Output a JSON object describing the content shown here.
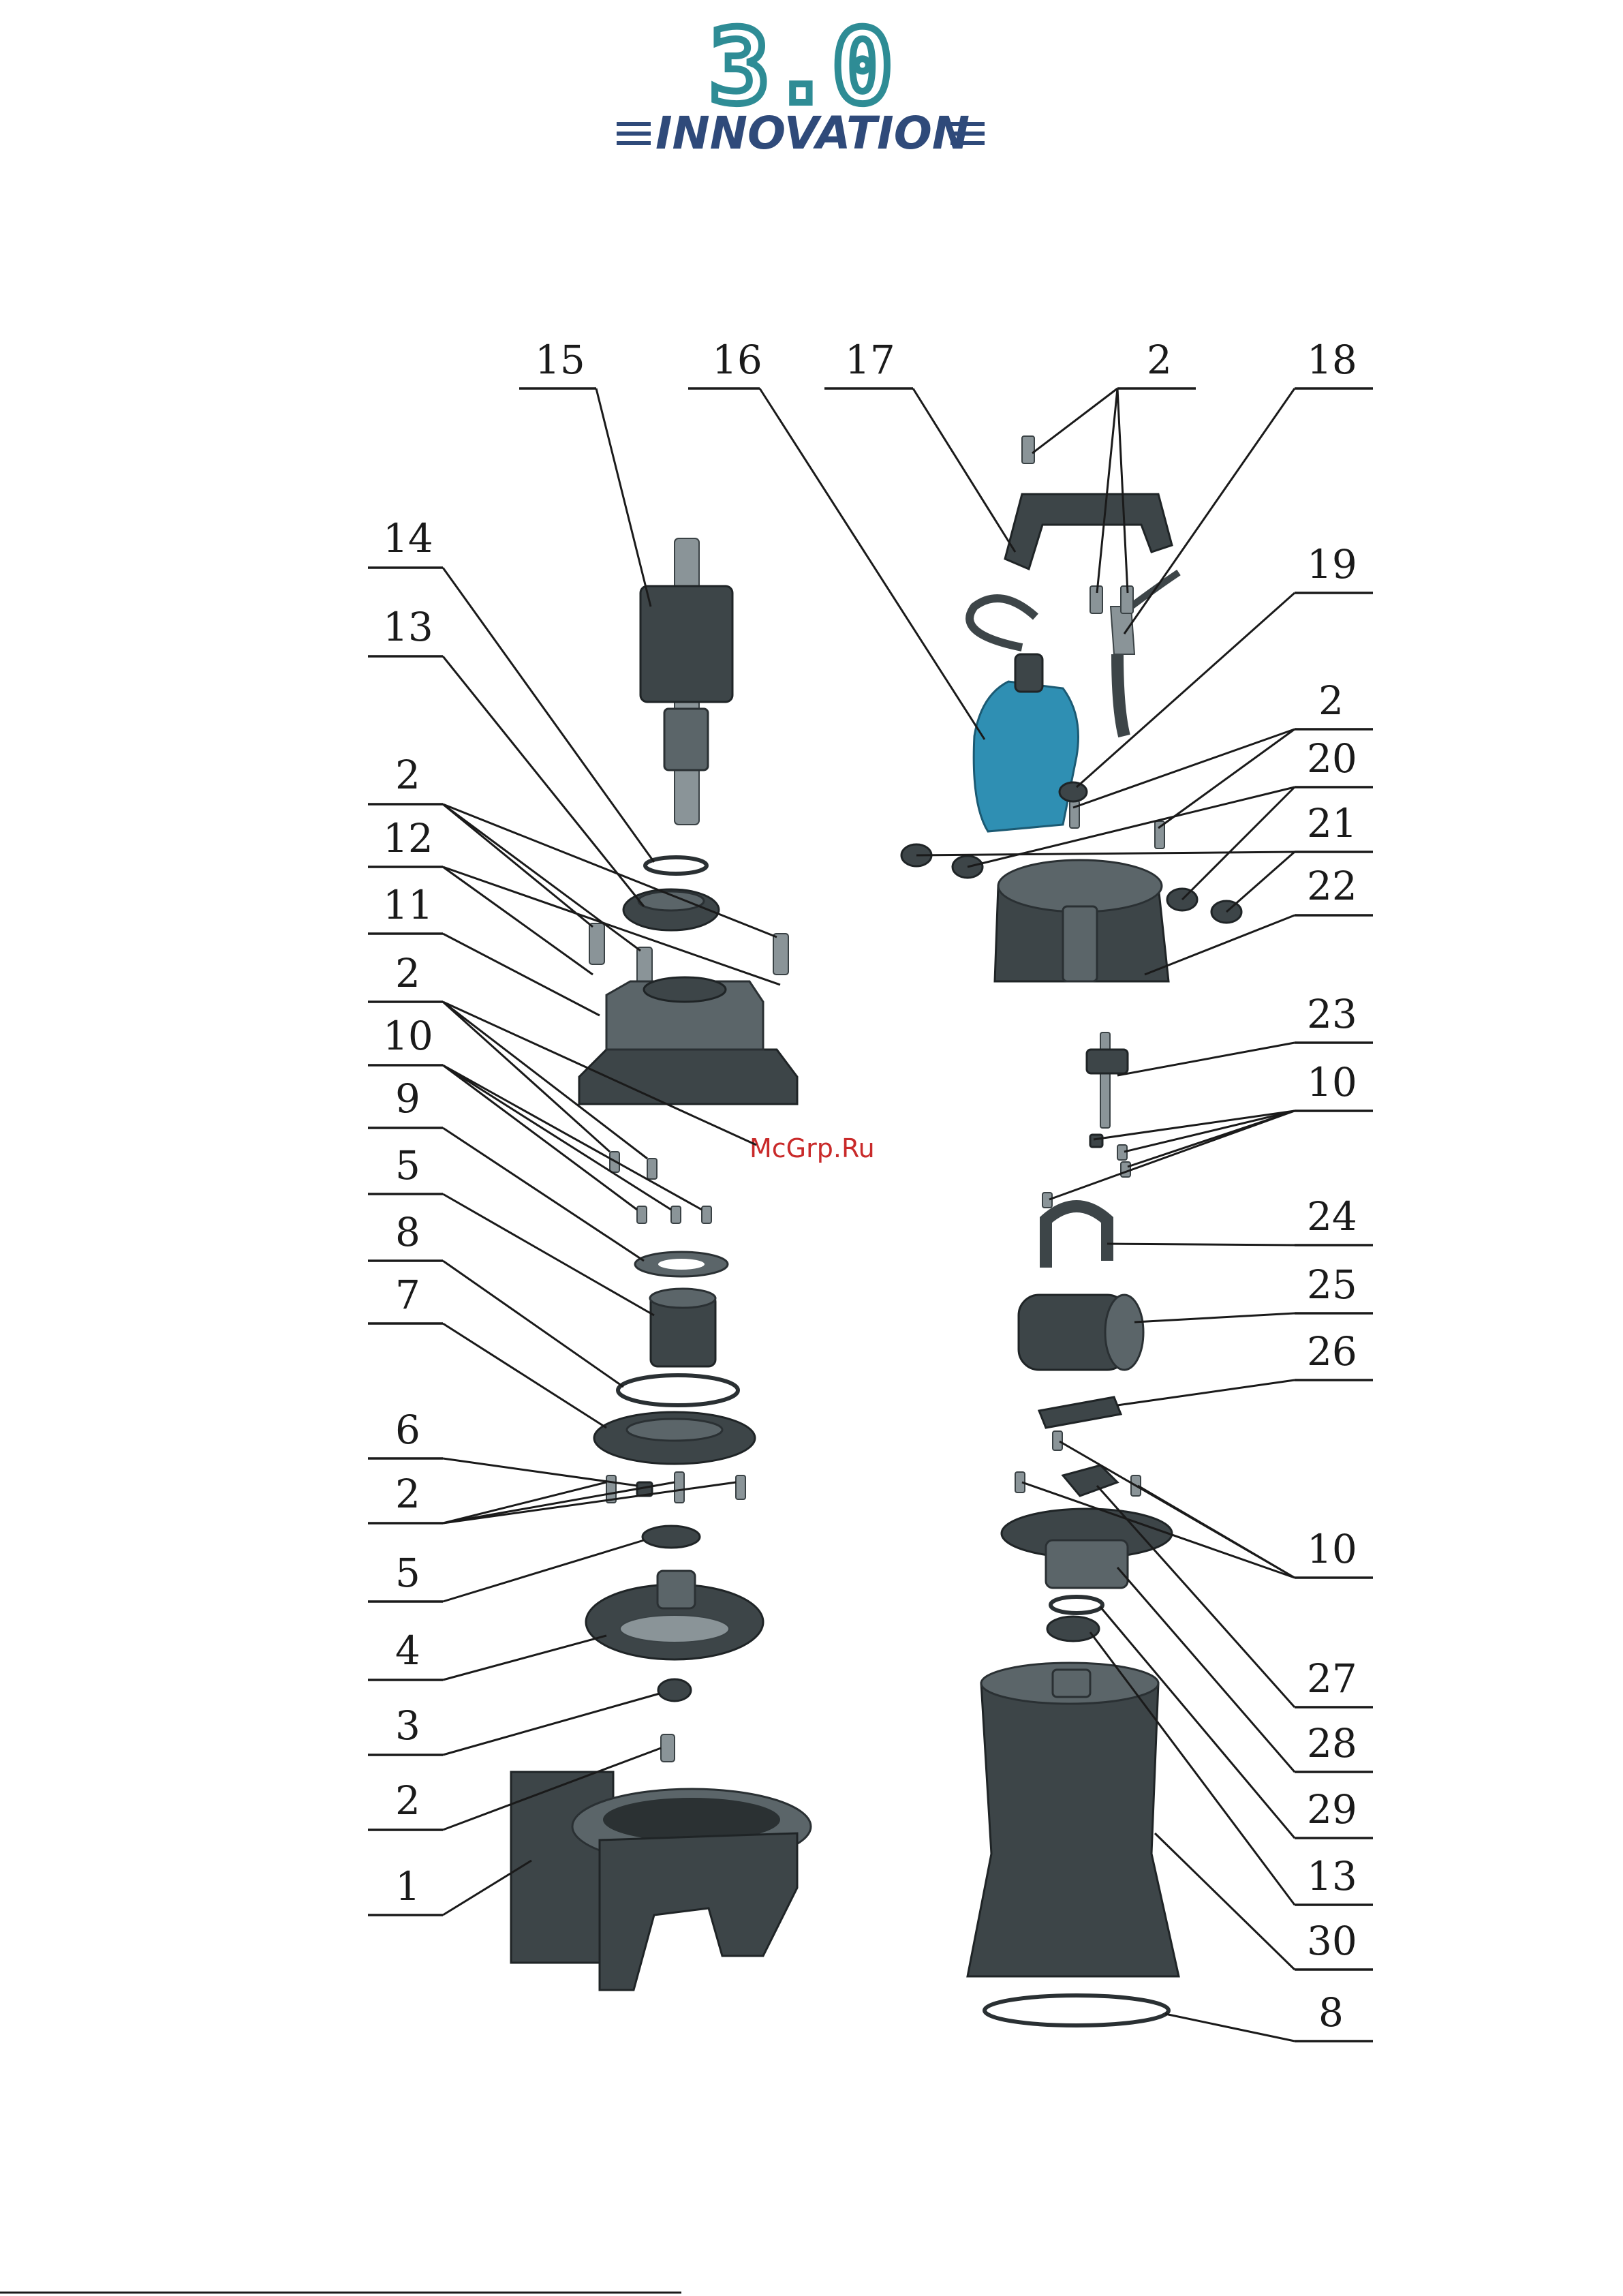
{
  "logo": {
    "mark": "3.0",
    "word": "INNOVATION",
    "color_mark": "#2e8c95",
    "color_word": "#2f4a7a"
  },
  "watermark": "McGrp.Ru",
  "callouts_left": [
    "15",
    "14",
    "13",
    "2",
    "12",
    "11",
    "2",
    "10",
    "9",
    "5",
    "8",
    "7",
    "6",
    "2",
    "5",
    "4",
    "3",
    "2",
    "1"
  ],
  "callouts_right": [
    "16",
    "17",
    "2",
    "18",
    "19",
    "2",
    "20",
    "21",
    "22",
    "23",
    "10",
    "24",
    "25",
    "26",
    "10",
    "27",
    "28",
    "29",
    "13",
    "30",
    "8"
  ],
  "colors": {
    "part": "#3d4548",
    "float": "#2f8fb3",
    "line": "#1a1a1a"
  }
}
